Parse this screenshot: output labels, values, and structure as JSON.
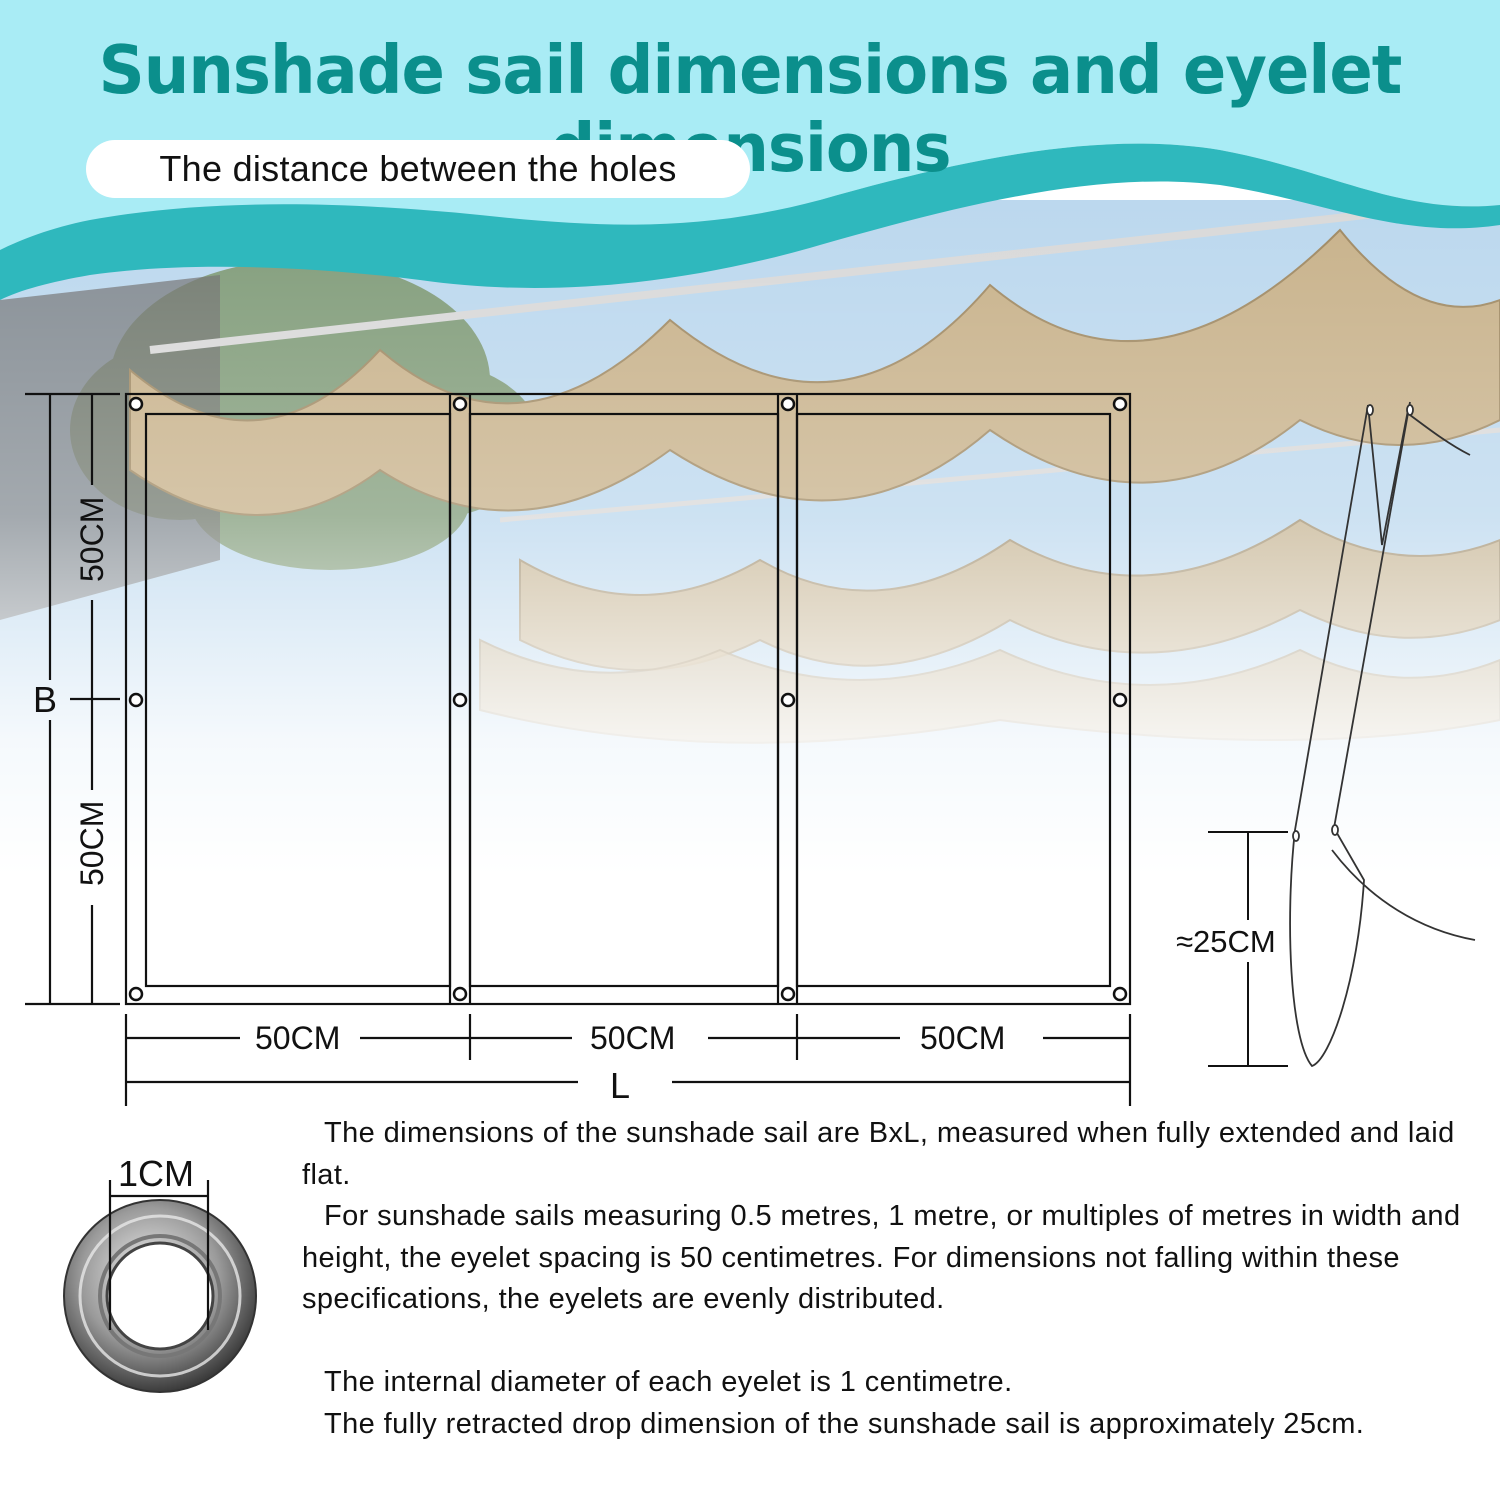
{
  "title": "Sunshade sail dimensions and eyelet dimensions",
  "subtitle": "The distance between the holes",
  "diagram": {
    "height_label": "B",
    "length_label": "L",
    "vertical_segments": [
      "50CM",
      "50CM"
    ],
    "horizontal_segments": [
      "50CM",
      "50CM",
      "50CM"
    ],
    "drop_label": "≈25CM",
    "eyelet_diameter_label": "1CM"
  },
  "description": [
    "The dimensions of the sunshade sail are BxL, measured when fully extended and laid flat.",
    "For sunshade sails measuring 0.5 metres, 1 metre, or multiples of metres in width and height, the eyelet spacing is 50 centimetres. For dimensions not falling within these specifications, the eyelets are evenly distributed.",
    "The internal diameter of each eyelet is 1 centimetre.",
    "The fully retracted drop dimension of the sunshade sail is approximately 25cm."
  ],
  "colors": {
    "title": "#0b8f8c",
    "band_light": "#a9ecf5",
    "band_teal": "#2fb8bd",
    "sky": "#b9d7ee",
    "canvas": "#c8b28b",
    "line": "#111111"
  }
}
